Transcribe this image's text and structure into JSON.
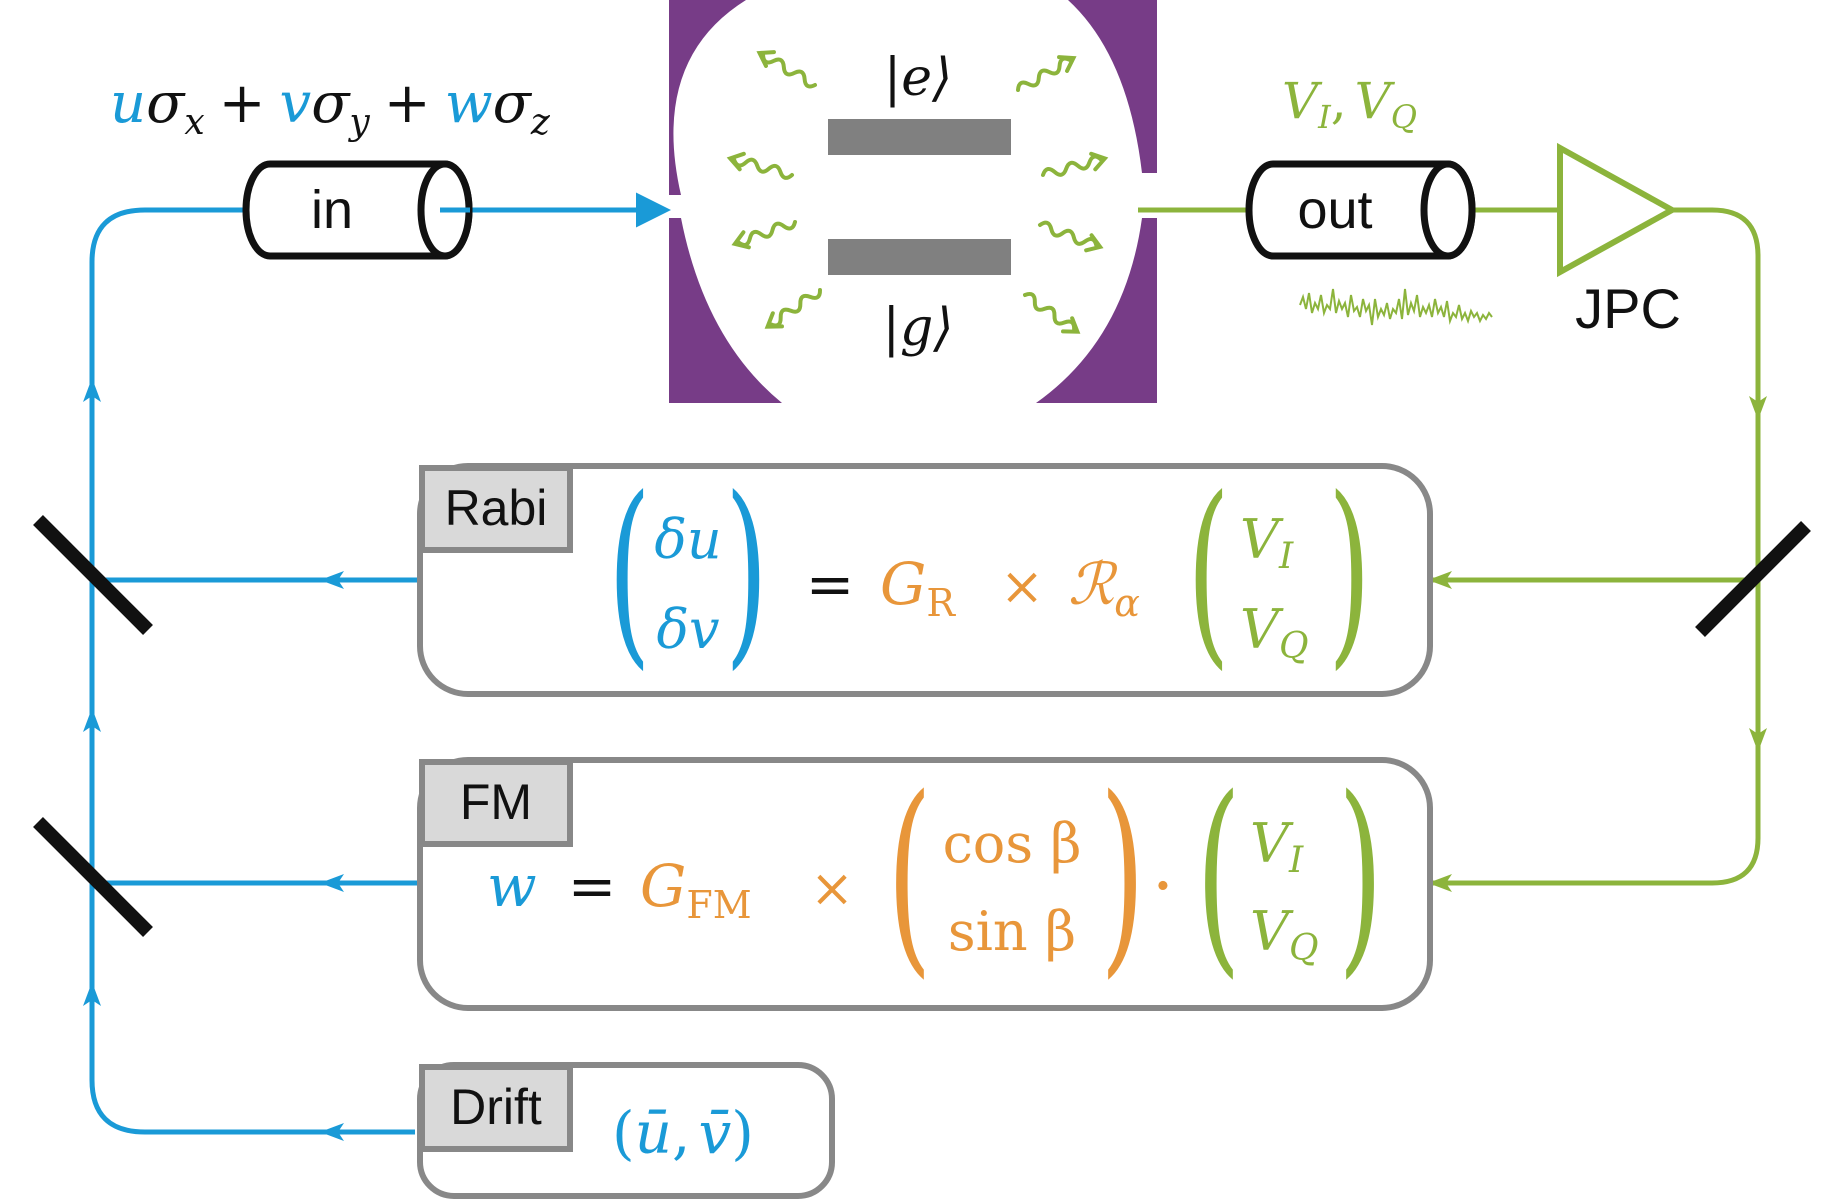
{
  "colors": {
    "blue": "#1a9ad7",
    "green": "#8cb43c",
    "orange": "#e8963a",
    "purple": "#773c87",
    "gray": "#888888",
    "tab_fill": "#d9d9d9",
    "plate": "#808080",
    "black": "#111111"
  },
  "input": {
    "label": "in",
    "drive": {
      "c1": "u",
      "op1": "σ",
      "sub1": "x",
      "plus1": "+",
      "c2": "v",
      "op2": "σ",
      "sub2": "y",
      "plus2": "+",
      "c3": "w",
      "op3": "σ",
      "sub3": "z"
    }
  },
  "qubit": {
    "excited": "|e⟩",
    "ground": "|g⟩"
  },
  "output": {
    "label": "out",
    "signal": {
      "v": "V",
      "i": "I",
      "comma": ",",
      "q": "Q"
    }
  },
  "amplifier": {
    "label": "JPC"
  },
  "rabi": {
    "tab": "Rabi",
    "lhs": [
      "δu",
      "δv"
    ],
    "equals": "=",
    "gain": "G",
    "gain_sub": "R",
    "times": "×",
    "rot": "ℛ",
    "rot_sub": "α",
    "vec": [
      {
        "v": "V",
        "s": "I"
      },
      {
        "v": "V",
        "s": "Q"
      }
    ]
  },
  "fm": {
    "tab": "FM",
    "lhs": "w",
    "equals": "=",
    "gain": "G",
    "gain_sub": "FM",
    "times": "×",
    "cs": [
      "cos β",
      "sin β"
    ],
    "dot": "·",
    "vec": [
      {
        "v": "V",
        "s": "I"
      },
      {
        "v": "V",
        "s": "Q"
      }
    ]
  },
  "drift": {
    "tab": "Drift",
    "open": "(",
    "u": "ū",
    "comma": ",",
    "v": "v̄",
    "close": ")"
  }
}
